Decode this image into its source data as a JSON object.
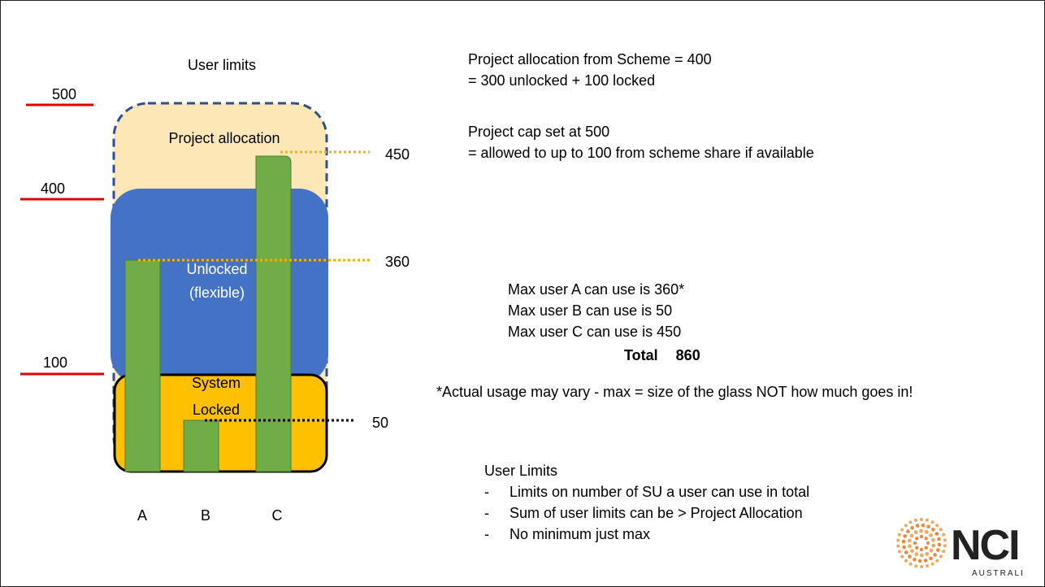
{
  "diagram": {
    "title": "User limits",
    "limit_labels": [
      "500",
      "400",
      "100"
    ],
    "region_labels": {
      "project_allocation": "Project allocation",
      "unlocked_line1": "Unlocked",
      "unlocked_line2": "(flexible)",
      "locked_line1": "System",
      "locked_line2": "Locked"
    },
    "users": [
      {
        "name": "A",
        "max": 360
      },
      {
        "name": "B",
        "max": 50
      },
      {
        "name": "C",
        "max": 450
      }
    ],
    "marker_labels": [
      "450",
      "360",
      "50"
    ],
    "colors": {
      "project_allocation": "#fde7b6",
      "unlocked": "#4472c4",
      "locked": "#ffc000",
      "bar": "#70ad47",
      "limit_line": "#e00000",
      "dashed_border": "#2f4f8f",
      "dotted_marker": "#f5b400"
    }
  },
  "notes": {
    "allocation_line1": "Project allocation from Scheme = 400",
    "allocation_line2": "= 300 unlocked + 100 locked",
    "cap_line1": "Project cap set at 500",
    "cap_line2": "= allowed to up to 100 from scheme share if available",
    "max_a": "Max user A can use is  360*",
    "max_b": "Max user B can use is  50",
    "max_c": "Max user C can use is  450",
    "total_label": "Total",
    "total_value": "860",
    "footnote": "*Actual usage may vary -  max = size of the glass NOT how much goes in!"
  },
  "user_limits": {
    "heading": "User Limits",
    "items": [
      "Limits on number of SU a user can use in total",
      "Sum of user limits can be > Project Allocation",
      "No minimum  just max"
    ]
  },
  "logo": {
    "name": "NCI",
    "sub": "AUSTRALIA"
  }
}
